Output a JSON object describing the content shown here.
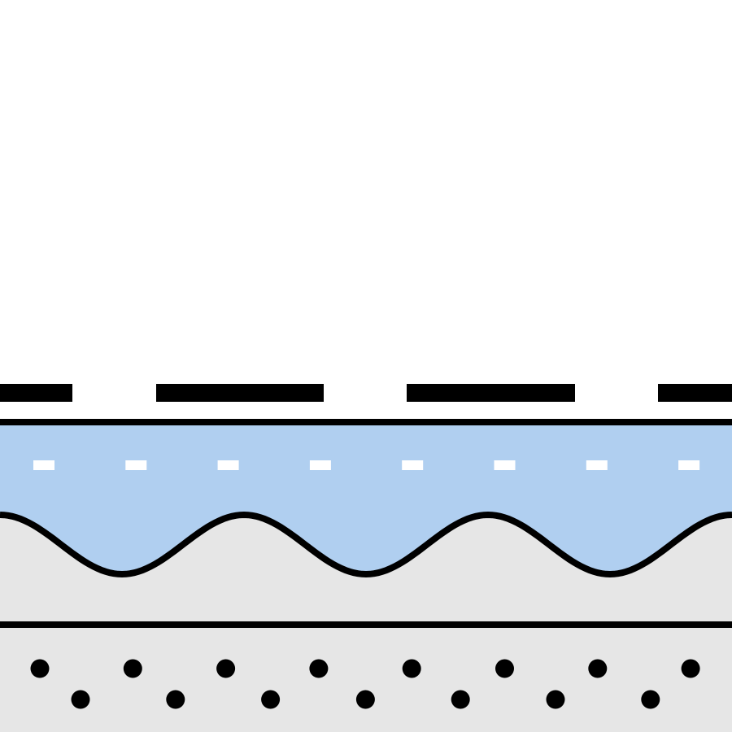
{
  "diagram": {
    "colors": {
      "background": "#ffffff",
      "water": "#b0cff0",
      "ground": "#e6e6e6",
      "outline": "#000000",
      "water_dash": "#ffffff",
      "pebble": "#000000"
    },
    "layers": [
      "dashed-top-boundary",
      "water-layer",
      "wavy-ground-surface",
      "ground-layer",
      "divider-line",
      "pebble-layer"
    ]
  }
}
